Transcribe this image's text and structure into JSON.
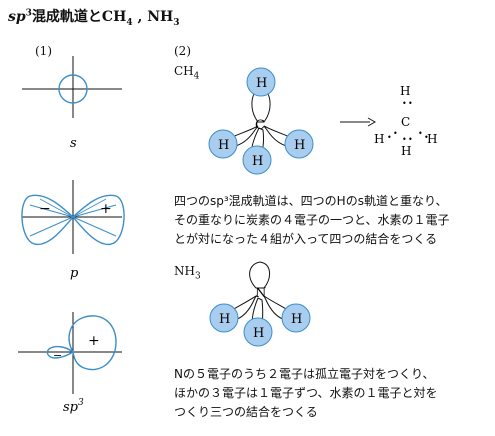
{
  "title": {
    "prefix": "sp",
    "sup": "3",
    "text": "混成軌道とCH",
    "sub4": "4",
    "sep": " , NH",
    "sub3": "3"
  },
  "part1_label": "(1)",
  "part2_label": "(2)",
  "orbitals": {
    "s_label": "s",
    "p_label": "p",
    "sp3_label": "sp",
    "sp3_sup": "3",
    "p_minus": "−",
    "p_plus": "+",
    "sp3_minus": "−",
    "sp3_plus": "+"
  },
  "ch4": {
    "label": "CH",
    "sub": "4",
    "center_atom": "C",
    "h_atoms": [
      "H",
      "H",
      "H",
      "H"
    ],
    "lewis": {
      "center": "C",
      "h": [
        "H",
        "H",
        "H",
        "H"
      ],
      "dot": "•"
    },
    "description": [
      "四つのsp³混成軌道は、四つのHのs軌道と重なり、",
      "その重なりに炭素の４電子の一つと、水素の１電子",
      "とが対になった４組が入って四つの結合をつくる"
    ]
  },
  "nh3": {
    "label": "NH",
    "sub": "3",
    "center_atom": "N",
    "h_atoms": [
      "H",
      "H",
      "H"
    ],
    "description": [
      "Nの５電子のうち２電子は孤立電子対をつくり、",
      "ほかの３電子は１電子ずつ、水素の１電子と対を",
      "つくり三つの結合をつくる"
    ]
  },
  "colors": {
    "orbital_stroke": "#3b8fc9",
    "h_fill": "#a9cdee",
    "text": "#111111"
  }
}
